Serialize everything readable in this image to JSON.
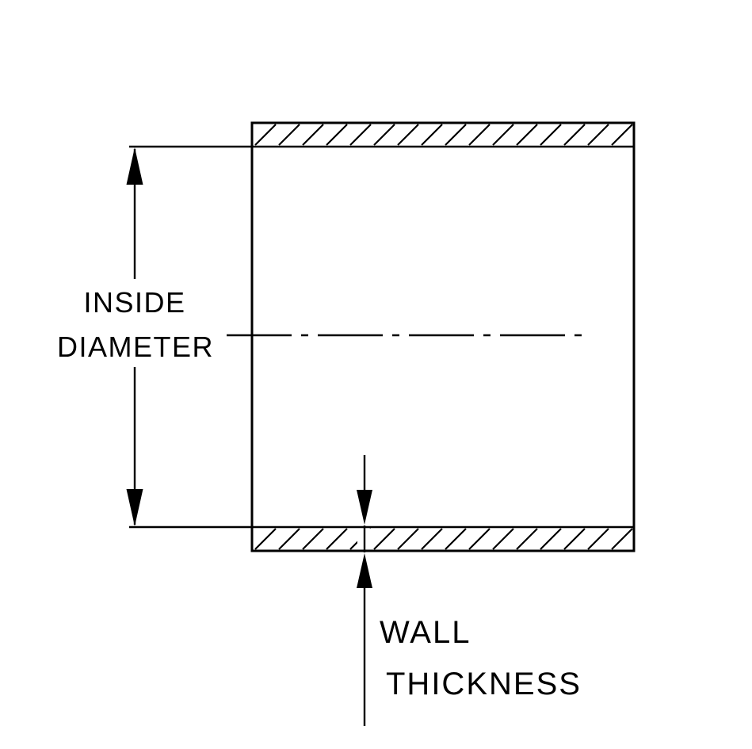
{
  "labels": {
    "inside_diameter": {
      "line1": "INSIDE",
      "line2": "DIAMETER"
    },
    "wall_thickness": {
      "line1": "WALL",
      "line2": "THICKNESS"
    }
  },
  "colors": {
    "line": "#000000",
    "background": "#ffffff"
  },
  "icons": {
    "dimension_arrows": "filled-triangle-arrowheads"
  }
}
